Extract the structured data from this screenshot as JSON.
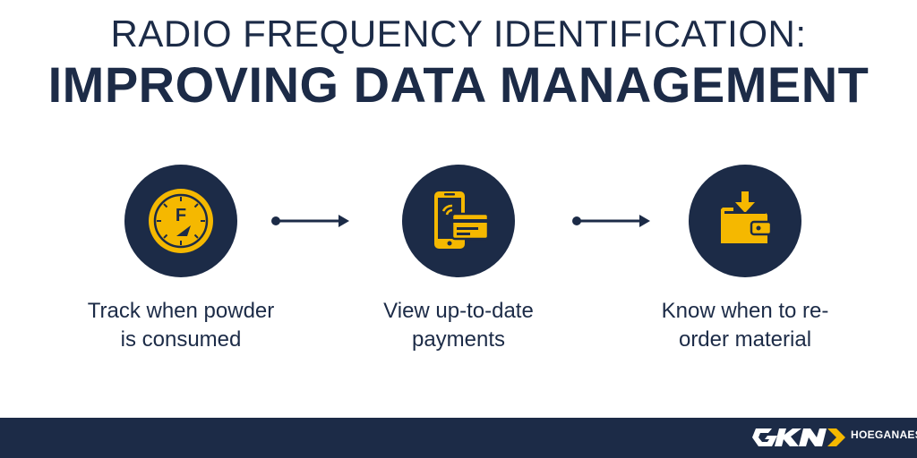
{
  "title": {
    "line1": "RADIO FREQUENCY IDENTIFICATION:",
    "line2": "IMPROVING DATA MANAGEMENT"
  },
  "steps": [
    {
      "icon": "fuel-gauge-icon",
      "caption_line1": "Track when powder",
      "caption_line2": "is consumed"
    },
    {
      "icon": "mobile-payment-icon",
      "caption_line1": "View up-to-date",
      "caption_line2": "payments"
    },
    {
      "icon": "wallet-download-icon",
      "caption_line1": "Know when to re-",
      "caption_line2": "order material"
    }
  ],
  "icon_glyph_letter": "F",
  "footer": {
    "brand_text": "HOEGANAES",
    "logo": "gkn-logo"
  },
  "colors": {
    "navy": "#1c2b47",
    "accent": "#f5b800",
    "background": "#ffffff"
  }
}
